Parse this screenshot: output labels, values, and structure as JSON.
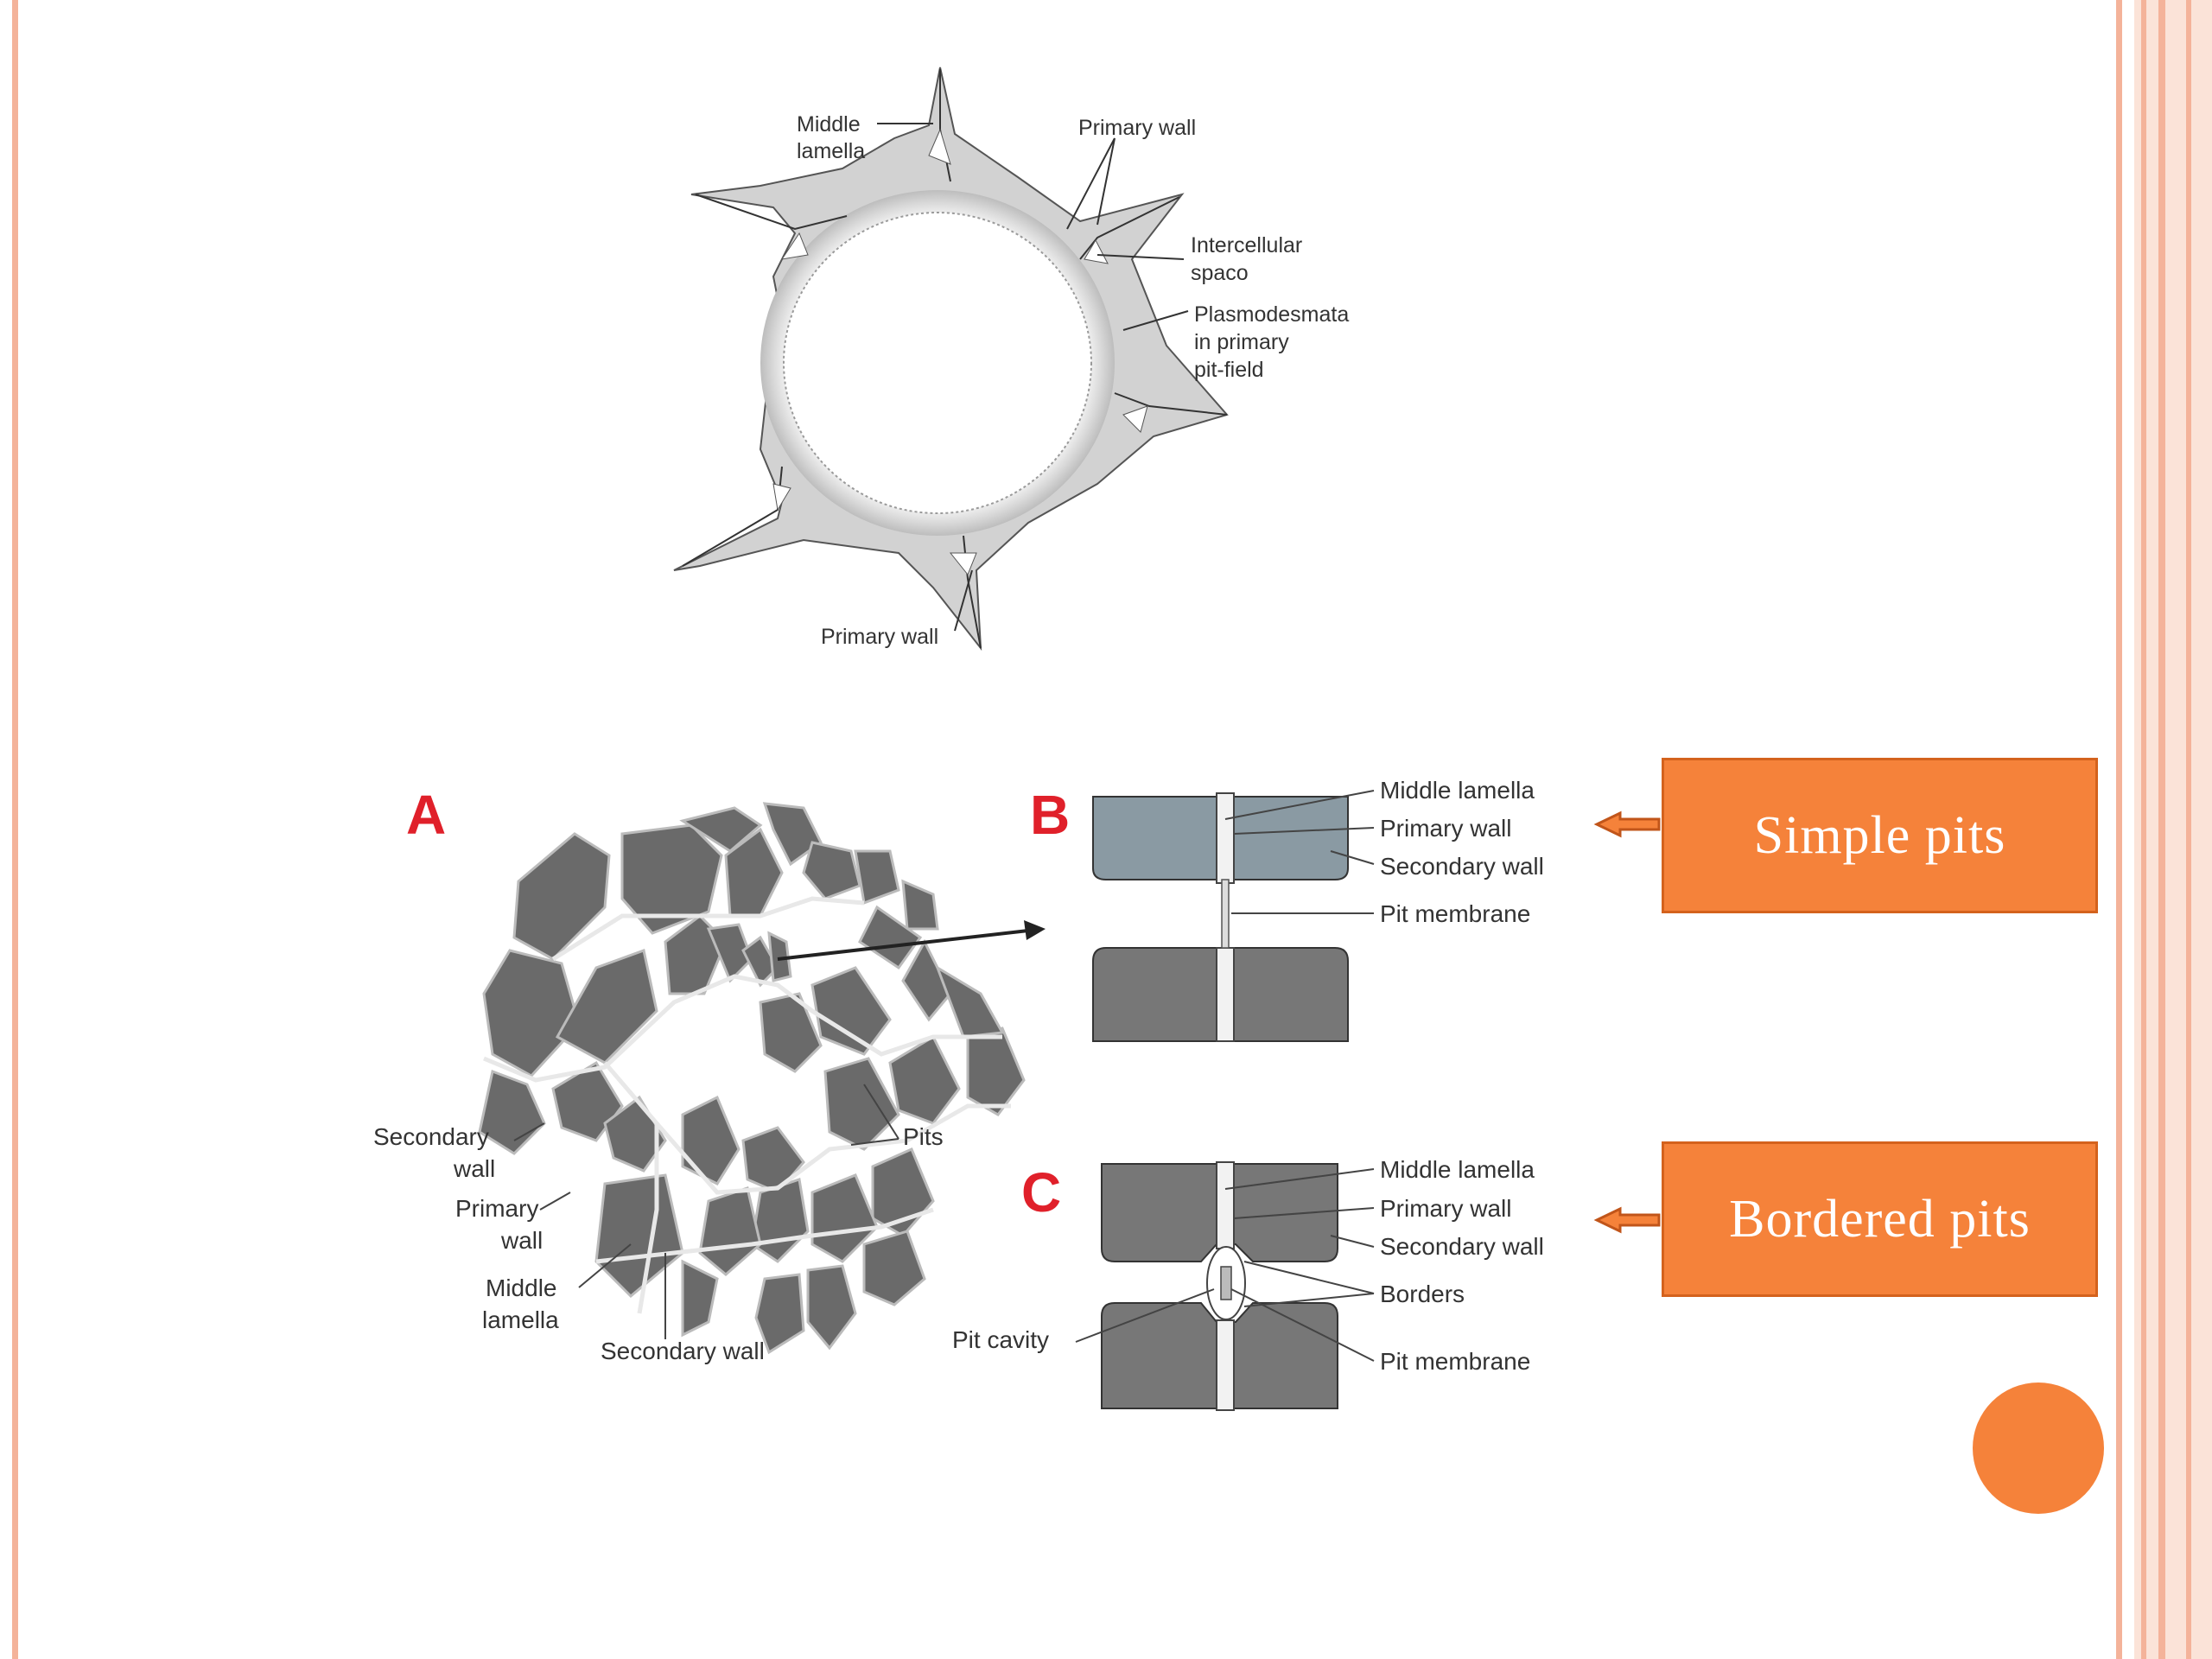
{
  "colors": {
    "accent": "#f5823a",
    "accent_border": "#d4621d",
    "frame": "#f4b39a",
    "cell_fill": "#6a6a6a",
    "wall_fill": "#d2d2d2",
    "label_red": "#e0202a"
  },
  "top_diagram": {
    "label_middle_lamella_1": "Middle",
    "label_middle_lamella_2": "lamella",
    "label_primary_wall_top": "Primary wall",
    "label_intercellular_1": "Intercellular",
    "label_intercellular_2": "spaco",
    "label_plasmo_1": "Plasmodesmata",
    "label_plasmo_2": "in primary",
    "label_plasmo_3": "pit-field",
    "label_primary_wall_bottom": "Primary wall"
  },
  "panel_a": {
    "letter": "A",
    "secondary_wall_1": "Secondary",
    "secondary_wall_2": "wall",
    "primary_wall_1": "Primary",
    "primary_wall_2": "wall",
    "middle_lamella_1": "Middle",
    "middle_lamella_2": "lamella",
    "secondary_wall_bottom": "Secondary wall",
    "pits": "Pits"
  },
  "panel_b": {
    "letter": "B",
    "middle_lamella": "Middle lamella",
    "primary_wall": "Primary wall",
    "secondary_wall": "Secondary wall",
    "pit_membrane": "Pit membrane"
  },
  "panel_c": {
    "letter": "C",
    "middle_lamella": "Middle lamella",
    "primary_wall": "Primary wall",
    "secondary_wall": "Secondary wall",
    "borders": "Borders",
    "pit_cavity": "Pit cavity",
    "pit_membrane": "Pit membrane"
  },
  "callouts": {
    "simple_pits": "Simple pits",
    "bordered_pits": "Bordered pits"
  }
}
